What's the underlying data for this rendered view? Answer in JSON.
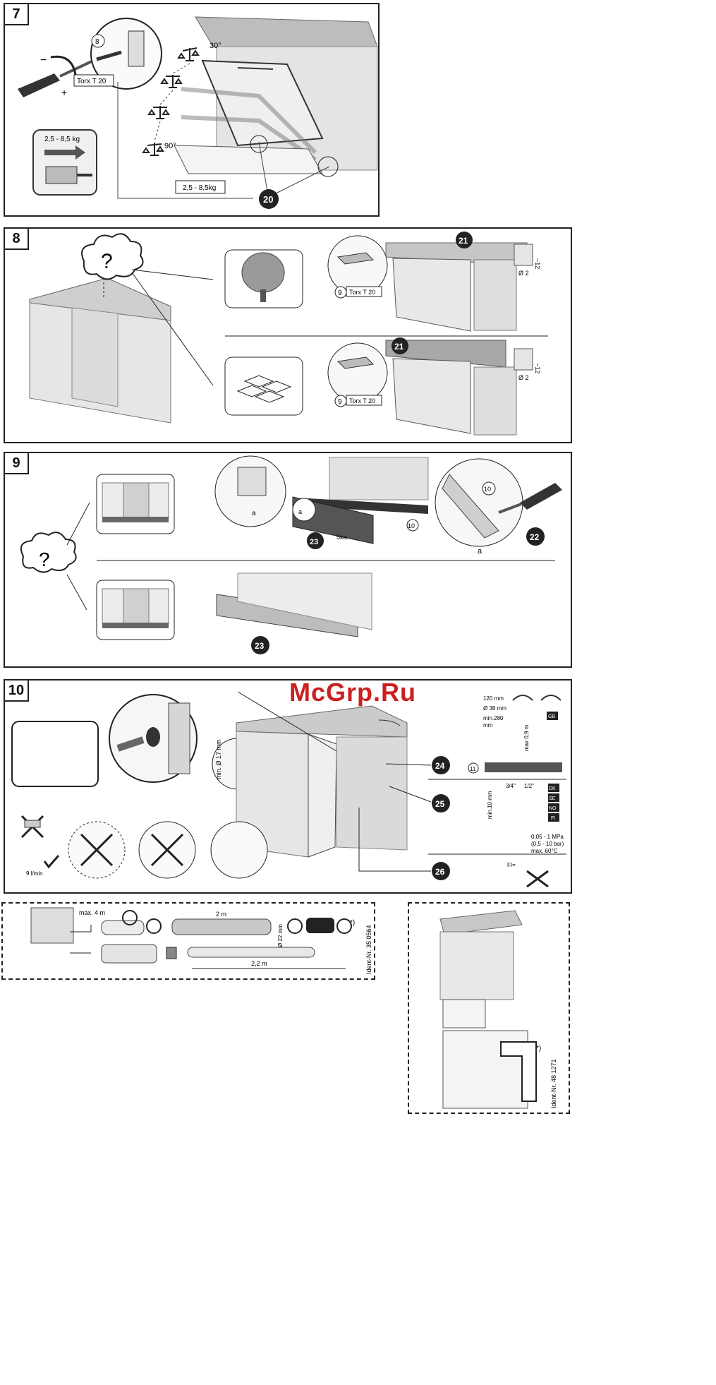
{
  "steps": [
    {
      "num": "7"
    },
    {
      "num": "8"
    },
    {
      "num": "9"
    },
    {
      "num": "10"
    }
  ],
  "step7": {
    "screw_ref": "8",
    "torx": "Torx T 20",
    "minus": "−",
    "plus": "+",
    "spring_range": "2,5 - 8,5 kg",
    "angle_30": "30°",
    "angle_90": "90°",
    "weight_box": "2,5 - 8,5kg",
    "callout": "20"
  },
  "step8": {
    "question": "?",
    "callout_top": "21",
    "callout_bottom": "21",
    "screw_ref_top": "9",
    "screw_ref_bottom": "9",
    "torx_top": "Torx T 20",
    "torx_bottom": "Torx T 20",
    "dim_12_top": "~12",
    "dim_d2_top": "Ø 2",
    "dim_12_bottom": "~12",
    "dim_d2_bottom": "Ø 2"
  },
  "step9": {
    "question": "?",
    "label_a1": "a",
    "label_a2": "a",
    "label_a3": "a",
    "label_5ka": "5ka",
    "screw_ref_1": "10",
    "screw_ref_2": "10",
    "callout_22": "22",
    "callout_23a": "23",
    "callout_23b": "23"
  },
  "step10": {
    "min_17": "min. Ø 17 mm",
    "flow": "9 l/min",
    "callout_24": "24",
    "callout_25": "25",
    "callout_26": "26",
    "ref_11": "11",
    "d120": "120 mm",
    "d38": "Ø 38 mm",
    "min280": "min.280",
    "mm": "mm",
    "max09": "max 0,9 m",
    "gb": "GB",
    "min10": "min.10 mm",
    "thread_34": "3/4\"",
    "thread_12": "1/2\"",
    "countries": [
      "DK",
      "SE",
      "NO",
      "FI"
    ],
    "pressure_1": "0,05 - 1 MPa",
    "pressure_2": "(0,5 - 10 bar)",
    "pressure_3": "max. 60°C",
    "fi_label": "FI="
  },
  "accessory_left": {
    "max4": "max. 4 m",
    "len2": "2 m",
    "d22": "Ø 22 mm",
    "len22": "2,2 m",
    "star": "*)",
    "ident": "Ident-Nr. 35 0564"
  },
  "accessory_right": {
    "star": "*)",
    "ident": "Ident-Nr. 48 1271"
  },
  "watermark": "McGrp.Ru"
}
